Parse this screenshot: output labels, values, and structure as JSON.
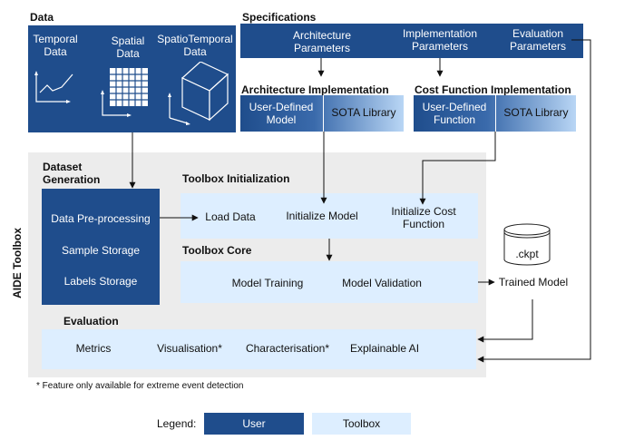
{
  "data": {
    "title": "Data",
    "temporal": "Temporal\nData",
    "spatial": "Spatial\nData",
    "spatiotemporal": "SpatioTemporal\nData"
  },
  "specifications": {
    "title": "Specifications",
    "architecture": "Architecture\nParameters",
    "implementation": "Implementation\nParameters",
    "evaluation": "Evaluation\nParameters"
  },
  "architecture_impl": {
    "title": "Architecture Implementation",
    "user_defined": "User-Defined\nModel",
    "sota": "SOTA Library"
  },
  "cost_impl": {
    "title": "Cost Function Implementation",
    "user_defined": "User-Defined\nFunction",
    "sota": "SOTA Library"
  },
  "toolbox": {
    "side_label": "AIDE Toolbox",
    "dataset": {
      "title": "Dataset\nGeneration",
      "preprocessing": "Data Pre-processing",
      "sample": "Sample Storage",
      "labels": "Labels Storage"
    },
    "init": {
      "title": "Toolbox Initialization",
      "load": "Load Data",
      "init_model": "Initialize Model",
      "init_cost": "Initialize Cost\nFunction"
    },
    "core": {
      "title": "Toolbox Core",
      "training": "Model Training",
      "validation": "Model Validation"
    },
    "evaluation": {
      "title": "Evaluation",
      "metrics": "Metrics",
      "visualisation": "Visualisation*",
      "characterisation": "Characterisation*",
      "xai": "Explainable AI"
    }
  },
  "output": {
    "ckpt": ".ckpt",
    "trained_model": "Trained Model"
  },
  "footnote": "* Feature only available for extreme event detection",
  "legend": {
    "label": "Legend:",
    "user": "User",
    "toolbox": "Toolbox"
  },
  "colors": {
    "user": "#1f4d8c",
    "toolbox": "#ddeeff",
    "panel": "#ececec"
  }
}
